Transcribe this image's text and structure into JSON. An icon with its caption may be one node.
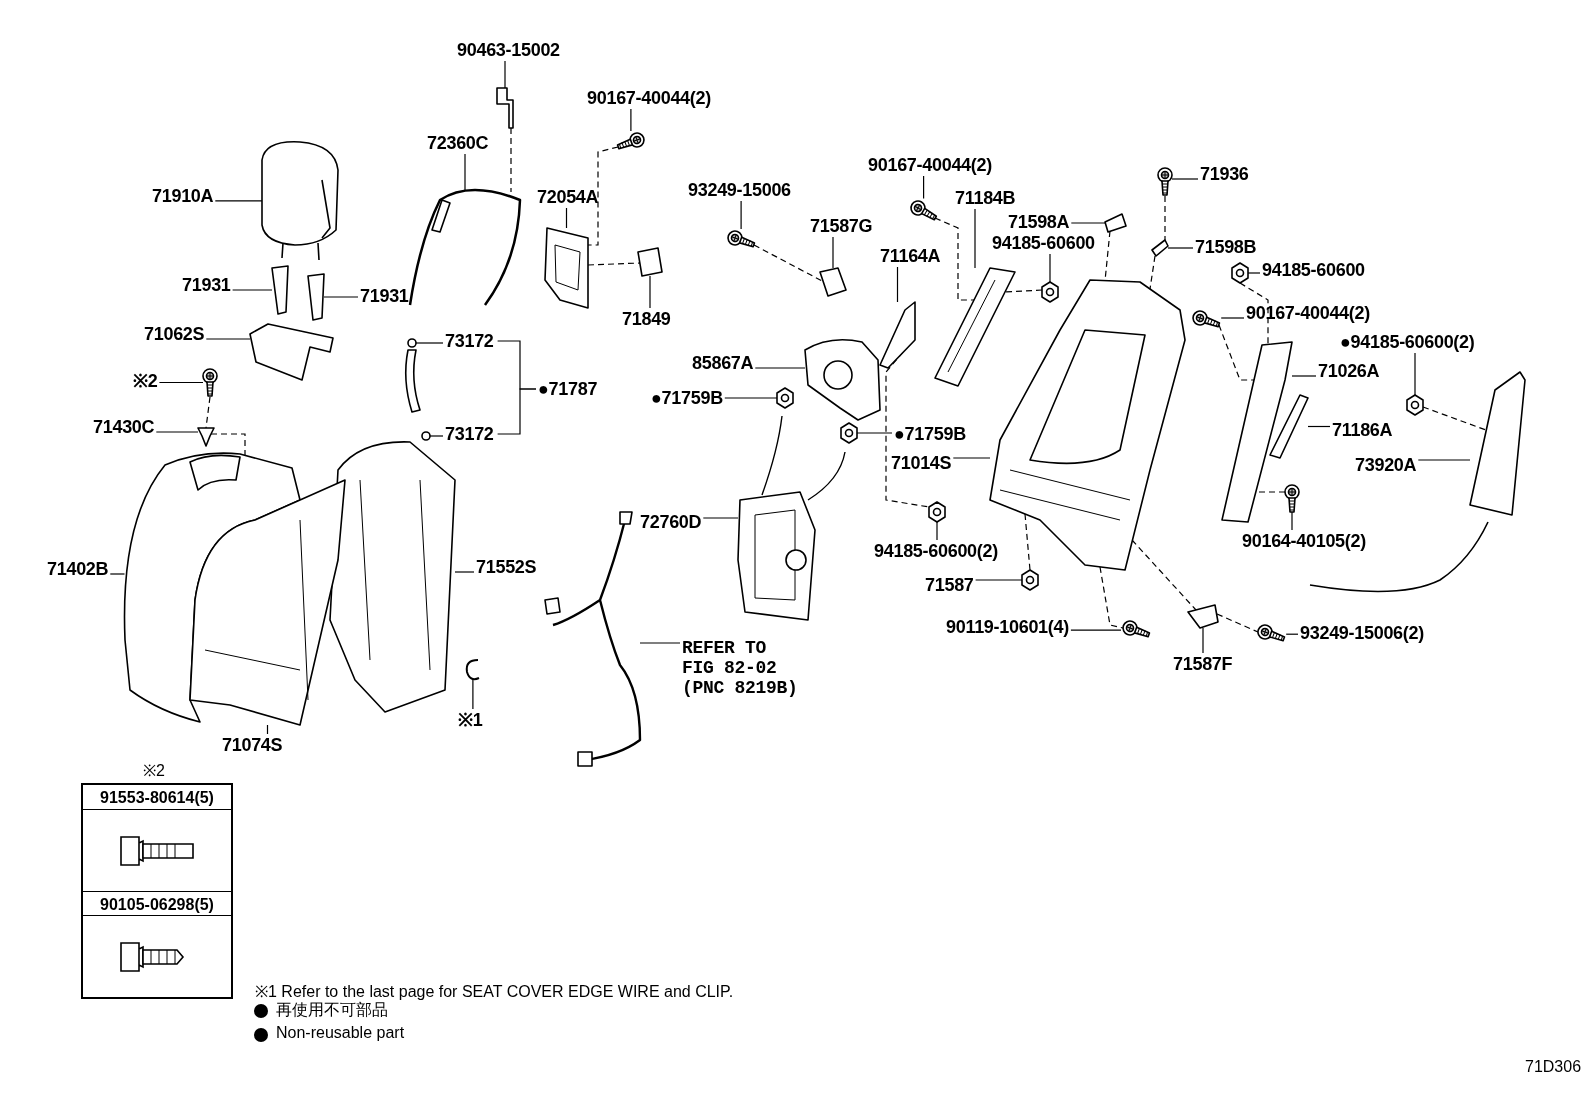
{
  "diagram": {
    "nodes": [
      {
        "text": [
          "90463-15002"
        ]
      },
      {
        "text": [
          "90167-40044(2)"
        ]
      },
      {
        "text": [
          "72360C"
        ]
      },
      {
        "text": [
          "71910A"
        ]
      },
      {
        "text": [
          "72054A"
        ]
      },
      {
        "text": [
          "93249-15006"
        ]
      },
      {
        "text": [
          "90167-40044(2)"
        ]
      },
      {
        "text": [
          "71184B"
        ]
      },
      {
        "text": [
          "71936"
        ]
      },
      {
        "text": [
          "71587G"
        ]
      },
      {
        "text": [
          "71598A"
        ]
      },
      {
        "text": [
          "94185-60600"
        ]
      },
      {
        "text": [
          "71598B"
        ]
      },
      {
        "text": [
          "71931"
        ]
      },
      {
        "text": [
          "71931"
        ]
      },
      {
        "text": [
          "71164A"
        ]
      },
      {
        "text": [
          "94185-60600"
        ]
      },
      {
        "text": [
          "71849"
        ]
      },
      {
        "text": [
          "90167-40044(2)"
        ]
      },
      {
        "text": [
          "71062S"
        ]
      },
      {
        "text": [
          "●94185-60600(2)"
        ]
      },
      {
        "text": [
          "73172"
        ]
      },
      {
        "text": [
          "85867A"
        ]
      },
      {
        "text": [
          "71026A"
        ]
      },
      {
        "text": [
          "※2"
        ]
      },
      {
        "text": [
          "●71759B"
        ]
      },
      {
        "text": [
          "71430C"
        ]
      },
      {
        "text": [
          "73172"
        ]
      },
      {
        "text": [
          "●71759B"
        ]
      },
      {
        "text": [
          "71186A"
        ]
      },
      {
        "text": [
          "71014S"
        ]
      },
      {
        "text": [
          "73920A"
        ]
      },
      {
        "text": [
          "72760D"
        ]
      },
      {
        "text": [
          "90164-40105(2)"
        ]
      },
      {
        "text": [
          "71402B"
        ]
      },
      {
        "text": [
          "71552S"
        ]
      },
      {
        "text": [
          "94185-60600(2)"
        ]
      },
      {
        "text": [
          "71587"
        ]
      },
      {
        "text": [
          "90119-10601(4)"
        ]
      },
      {
        "text": [
          "93249-15006(2)"
        ]
      },
      {
        "text": [
          "71587F"
        ]
      },
      {
        "text": [
          "REFER TO FIG 82-02 (PNC 8219B)"
        ]
      },
      {
        "text": [
          "71074S"
        ]
      },
      {
        "text": [
          "※1"
        ]
      },
      {
        "text": [
          "●71787"
        ]
      },
      {
        "text": [],
        "shape": "picture"
      },
      {
        "text": [],
        "shape": "picture"
      },
      {
        "text": [],
        "shape": "picture"
      },
      {
        "text": [],
        "shape": "picture"
      },
      {
        "text": [],
        "shape": "picture"
      },
      {
        "text": [],
        "shape": "picture"
      },
      {
        "text": [],
        "shape": "picture"
      },
      {
        "text": [],
        "shape": "picture"
      },
      {
        "text": [],
        "shape": "picture"
      },
      {
        "text": [],
        "shape": "picture"
      },
      {
        "text": [],
        "shape": "picture"
      },
      {
        "text": [],
        "shape": "picture"
      },
      {
        "text": [],
        "shape": "picture"
      },
      {
        "text": [],
        "shape": "picture"
      },
      {
        "text": [],
        "shape": "picture"
      },
      {
        "text": [],
        "shape": "picture"
      },
      {
        "text": [],
        "shape": "picture"
      },
      {
        "text": [],
        "shape": "picture"
      },
      {
        "text": [],
        "shape": "picture"
      },
      {
        "text": [],
        "shape": "picture"
      },
      {
        "text": [],
        "shape": "picture"
      },
      {
        "text": [],
        "shape": "picture"
      },
      {
        "text": [],
        "shape": "picture"
      },
      {
        "text": [],
        "shape": "picture"
      },
      {
        "text": [],
        "shape": "picture"
      },
      {
        "text": [],
        "shape": "picture"
      },
      {
        "text": [],
        "shape": "picture"
      },
      {
        "text": [],
        "shape": "picture"
      },
      {
        "text": [],
        "shape": "picture"
      },
      {
        "text": [],
        "shape": "picture"
      },
      {
        "text": [],
        "shape": "picture"
      },
      {
        "text": [],
        "shape": "picture"
      },
      {
        "text": [],
        "shape": "picture"
      },
      {
        "text": [],
        "shape": "picture"
      },
      {
        "text": [],
        "shape": "picture"
      },
      {
        "text": [],
        "shape": "picture"
      },
      {
        "text": [],
        "shape": "picture"
      },
      {
        "text": [],
        "shape": "picture"
      },
      {
        "text": [],
        "shape": "picture"
      },
      {
        "text": [],
        "shape": "picture"
      },
      {
        "text": [],
        "shape": "picture"
      },
      {
        "text": [],
        "shape": "picture"
      },
      {
        "text": [],
        "shape": "picture"
      },
      {
        "text": [],
        "shape": "picture"
      }
    ],
    "edges": [
      {
        "from": 0,
        "to": 45,
        "arrow": "none"
      },
      {
        "from": 1,
        "to": 46,
        "arrow": "none"
      },
      {
        "from": 2,
        "to": 47,
        "arrow": "none"
      },
      {
        "from": 3,
        "to": 48,
        "arrow": "none"
      },
      {
        "from": 4,
        "to": 49,
        "arrow": "none"
      },
      {
        "from": 5,
        "to": 50,
        "arrow": "none"
      },
      {
        "from": 6,
        "to": 51,
        "arrow": "none"
      },
      {
        "from": 7,
        "to": 52,
        "arrow": "none"
      },
      {
        "from": 8,
        "to": 53,
        "arrow": "none"
      },
      {
        "from": 9,
        "to": 54,
        "arrow": "none"
      },
      {
        "from": 10,
        "to": 55,
        "arrow": "none"
      },
      {
        "from": 11,
        "to": 56,
        "arrow": "none"
      },
      {
        "from": 12,
        "to": 57,
        "arrow": "none"
      },
      {
        "from": 13,
        "to": 58,
        "arrow": "none"
      },
      {
        "from": 14,
        "to": 59,
        "arrow": "none"
      },
      {
        "from": 15,
        "to": 60,
        "arrow": "none"
      },
      {
        "from": 16,
        "to": 61,
        "arrow": "none"
      },
      {
        "from": 17,
        "to": 62,
        "arrow": "none"
      },
      {
        "from": 18,
        "to": 63,
        "arrow": "none"
      },
      {
        "from": 19,
        "to": 64,
        "arrow": "none"
      },
      {
        "from": 20,
        "to": 65,
        "arrow": "none"
      },
      {
        "from": 21,
        "to": 66,
        "arrow": "none"
      },
      {
        "from": 22,
        "to": 67,
        "arrow": "none"
      },
      {
        "from": 23,
        "to": 68,
        "arrow": "none"
      },
      {
        "from": 24,
        "to": 69,
        "arrow": "none"
      },
      {
        "from": 25,
        "to": 70,
        "arrow": "none"
      },
      {
        "from": 26,
        "to": 71,
        "arrow": "none"
      },
      {
        "from": 27,
        "to": 72,
        "arrow": "none"
      },
      {
        "from": 28,
        "to": 73,
        "arrow": "none"
      },
      {
        "from": 29,
        "to": 74,
        "arrow": "none"
      },
      {
        "from": 30,
        "to": 75,
        "arrow": "none"
      },
      {
        "from": 31,
        "to": 76,
        "arrow": "none"
      },
      {
        "from": 32,
        "to": 77,
        "arrow": "none"
      },
      {
        "from": 33,
        "to": 78,
        "arrow": "none"
      },
      {
        "from": 34,
        "to": 79,
        "arrow": "none"
      },
      {
        "from": 35,
        "to": 80,
        "arrow": "none"
      },
      {
        "from": 36,
        "to": 81,
        "arrow": "none"
      },
      {
        "from": 37,
        "to": 82,
        "arrow": "none"
      },
      {
        "from": 38,
        "to": 83,
        "arrow": "none"
      },
      {
        "from": 39,
        "to": 84,
        "arrow": "none"
      },
      {
        "from": 40,
        "to": 85,
        "arrow": "none"
      },
      {
        "from": 41,
        "to": 86,
        "arrow": "none"
      },
      {
        "from": 42,
        "to": 87,
        "arrow": "none"
      },
      {
        "from": 43,
        "to": 88,
        "arrow": "none"
      },
      {
        "from": 21,
        "to": 44,
        "arrow": "none"
      },
      {
        "from": 27,
        "to": 44,
        "arrow": "none"
      },
      {
        "from": 45,
        "to": 47,
        "arrow": "none",
        "style": "dashed"
      },
      {
        "from": 69,
        "to": 71,
        "arrow": "none",
        "style": "dashed"
      },
      {
        "from": 71,
        "to": 79,
        "arrow": "none",
        "style": "dashed"
      },
      {
        "from": 46,
        "to": 49,
        "arrow": "none",
        "style": "dashed"
      },
      {
        "from": 49,
        "to": 62,
        "arrow": "none",
        "style": "dashed"
      },
      {
        "from": 50,
        "to": 54,
        "arrow": "none",
        "style": "dashed"
      },
      {
        "from": 51,
        "to": 52,
        "arrow": "none",
        "style": "dashed"
      },
      {
        "from": 56,
        "to": 52,
        "arrow": "none",
        "style": "dashed"
      },
      {
        "from": 60,
        "to": 81,
        "arrow": "none",
        "style": "dashed"
      },
      {
        "from": 53,
        "to": 57,
        "arrow": "none",
        "style": "dashed"
      },
      {
        "from": 57,
        "to": 75,
        "arrow": "none",
        "style": "dashed"
      },
      {
        "from": 55,
        "to": 75,
        "arrow": "none",
        "style": "dashed"
      },
      {
        "from": 61,
        "to": 68,
        "arrow": "none",
        "style": "dashed"
      },
      {
        "from": 63,
        "to": 68,
        "arrow": "none",
        "style": "dashed"
      },
      {
        "from": 78,
        "to": 68,
        "arrow": "none",
        "style": "dashed"
      },
      {
        "from": 65,
        "to": 76,
        "arrow": "none",
        "style": "dashed"
      },
      {
        "from": 75,
        "to": 82,
        "arrow": "none",
        "style": "dashed"
      },
      {
        "from": 75,
        "to": 83,
        "arrow": "none",
        "style": "dashed"
      },
      {
        "from": 75,
        "to": 85,
        "arrow": "none",
        "style": "dashed"
      },
      {
        "from": 85,
        "to": 84,
        "arrow": "none",
        "style": "dashed"
      }
    ],
    "labels": [
      "※2",
      "91553-80614(5)",
      "90105-06298(5)",
      "※1 Refer to the last page for SEAT COVER EDGE WIRE and CLIP.",
      "71D306"
    ],
    "legend": [
      {
        "text": "再使用不可部品"
      },
      {
        "text": "Non-reusable part"
      }
    ]
  }
}
